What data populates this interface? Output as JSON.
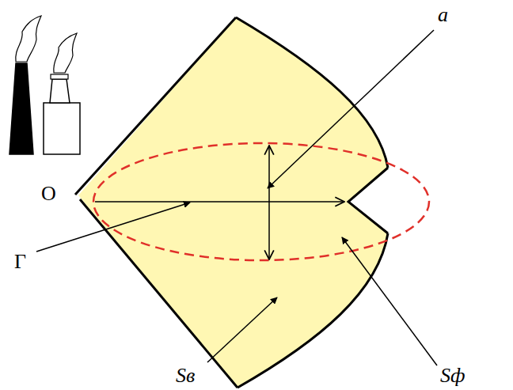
{
  "diagram": {
    "labels": [
      "a",
      "О",
      "Г",
      "Sв",
      "Sф"
    ]
  }
}
